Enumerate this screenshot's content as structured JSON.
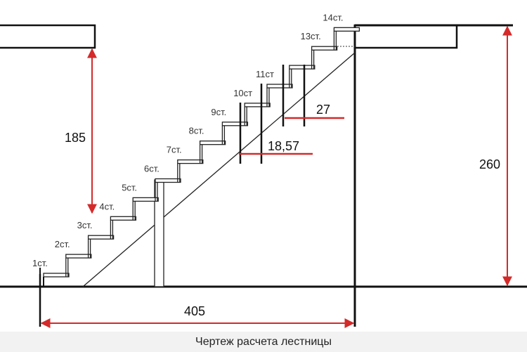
{
  "steps": [
    "1ст.",
    "2ст.",
    "3ст.",
    "4ст.",
    "5ст.",
    "6ст.",
    "7ст.",
    "8ст.",
    "9ст.",
    "10ст",
    "11ст",
    "",
    "13ст.",
    "14ст."
  ],
  "dimensions": {
    "floor_to_ceiling_opening": "185",
    "total_height": "260",
    "total_length": "405",
    "tread_depth": "27",
    "riser_height": "18,57"
  },
  "colors": {
    "dimension": "#d42a2a",
    "lines": "#111111"
  },
  "caption": "Чертеж расчета лестницы"
}
